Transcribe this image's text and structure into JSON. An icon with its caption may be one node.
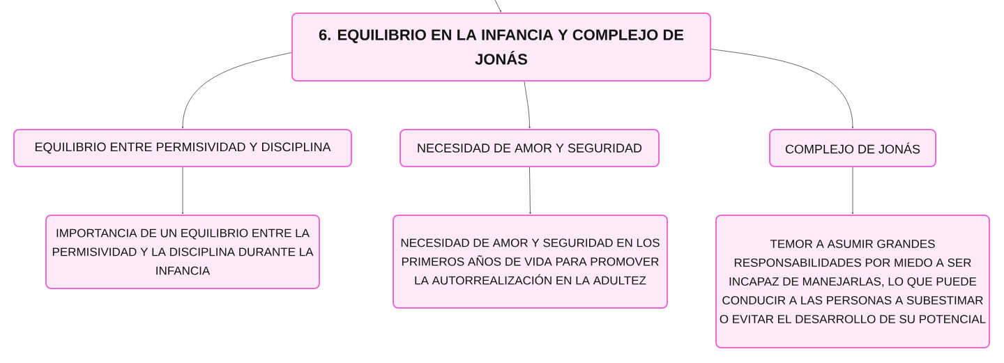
{
  "diagram": {
    "nodes": [
      {
        "text": [
          "6. EQUILIBRIO EN LA INFANCIA Y COMPLEJO DE JONÁS"
        ]
      },
      {
        "text": [
          "EQUILIBRIO ENTRE PERMISIVIDAD Y DISCIPLINA"
        ]
      },
      {
        "text": [
          "NECESIDAD DE AMOR Y SEGURIDAD"
        ]
      },
      {
        "text": [
          "COMPLEJO DE JONÁS"
        ]
      },
      {
        "text": [
          "IMPORTANCIA DE UN EQUILIBRIO ENTRE LA PERMISIVIDAD Y LA DISCIPLINA DURANTE LA INFANCIA"
        ]
      },
      {
        "text": [
          "NECESIDAD DE AMOR Y SEGURIDAD EN LOS PRIMEROS AÑOS DE VIDA PARA PROMOVER LA AUTORREALIZACIÓN EN LA ADULTEZ"
        ]
      },
      {
        "text": [
          "TEMOR A ASUMIR GRANDES RESPONSABILIDADES POR MIEDO A SER INCAPAZ DE MANEJARLAS, LO QUE PUEDE CONDUCIR A LAS PERSONAS A SUBESTIMAR O EVITAR EL DESARROLLO DE SU POTENCIAL"
        ]
      }
    ],
    "edges": [
      {
        "from": null,
        "to": 0,
        "arrow": "to"
      },
      {
        "from": 0,
        "to": 1,
        "arrow": "to"
      },
      {
        "from": 0,
        "to": 2,
        "arrow": "to"
      },
      {
        "from": 0,
        "to": 3,
        "arrow": "to"
      },
      {
        "from": 1,
        "to": 4,
        "arrow": "to"
      },
      {
        "from": 2,
        "to": 5,
        "arrow": "to"
      },
      {
        "from": 3,
        "to": 6,
        "arrow": "to"
      }
    ]
  }
}
